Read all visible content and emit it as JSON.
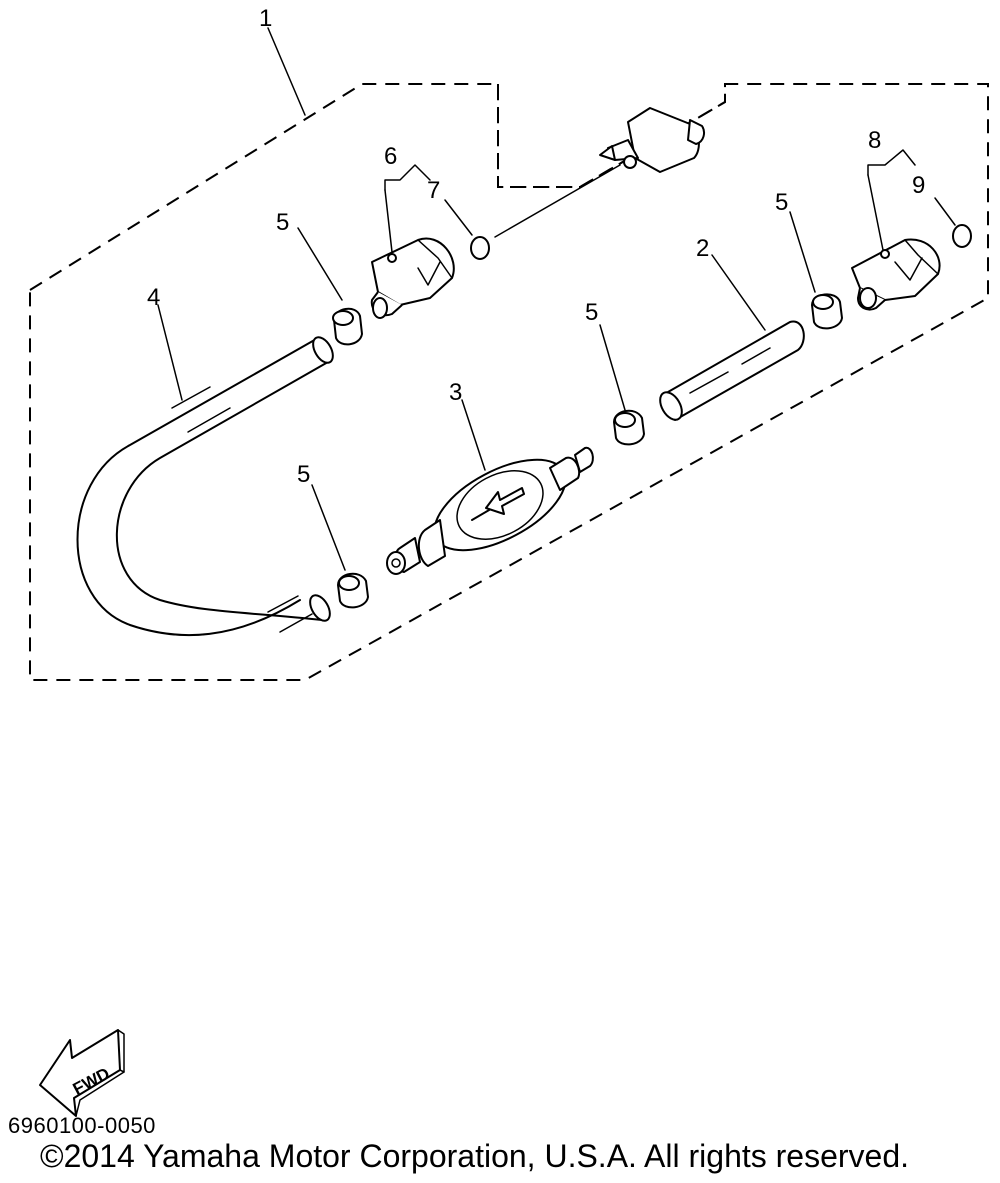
{
  "callouts": {
    "c1": "1",
    "c2": "2",
    "c3": "3",
    "c4": "4",
    "c5a": "5",
    "c5b": "5",
    "c5c": "5",
    "c5d": "5",
    "c6": "6",
    "c7": "7",
    "c8": "8",
    "c9": "9"
  },
  "fwd_label": "FWD",
  "part_code": "6960100-0050",
  "copyright": "©2014 Yamaha Motor Corporation, U.S.A. All rights reserved.",
  "colors": {
    "line": "#000000",
    "background": "#ffffff"
  },
  "icons": [
    "fwd-arrow-icon"
  ]
}
